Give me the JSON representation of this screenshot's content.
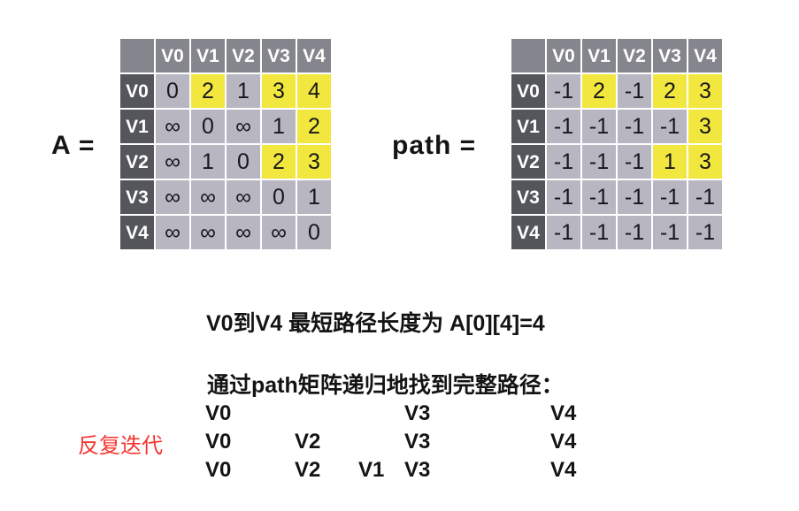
{
  "colors": {
    "page_bg": "#ffffff",
    "highlight_yellow": "#f2e73e",
    "cell_gray": "#b8b7c1",
    "col_header_gray": "#85868d",
    "row_header_gray": "#54565c",
    "header_text": "#ffffff",
    "cell_text": "#17171a",
    "annotation_red": "#f5342e"
  },
  "matrix_a": {
    "label": "A =",
    "col_headers": [
      "V0",
      "V1",
      "V2",
      "V3",
      "V4"
    ],
    "row_headers": [
      "V0",
      "V1",
      "V2",
      "V3",
      "V4"
    ],
    "cells": [
      [
        "0",
        "2",
        "1",
        "3",
        "4"
      ],
      [
        "∞",
        "0",
        "∞",
        "1",
        "2"
      ],
      [
        "∞",
        "1",
        "0",
        "2",
        "3"
      ],
      [
        "∞",
        "∞",
        "∞",
        "0",
        "1"
      ],
      [
        "∞",
        "∞",
        "∞",
        "∞",
        "0"
      ]
    ],
    "highlighted": [
      [
        0,
        1
      ],
      [
        0,
        3
      ],
      [
        0,
        4
      ],
      [
        1,
        4
      ],
      [
        2,
        3
      ],
      [
        2,
        4
      ]
    ]
  },
  "matrix_path": {
    "label": "path =",
    "col_headers": [
      "V0",
      "V1",
      "V2",
      "V3",
      "V4"
    ],
    "row_headers": [
      "V0",
      "V1",
      "V2",
      "V3",
      "V4"
    ],
    "cells": [
      [
        "-1",
        "2",
        "-1",
        "2",
        "3"
      ],
      [
        "-1",
        "-1",
        "-1",
        "-1",
        "3"
      ],
      [
        "-1",
        "-1",
        "-1",
        "1",
        "3"
      ],
      [
        "-1",
        "-1",
        "-1",
        "-1",
        "-1"
      ],
      [
        "-1",
        "-1",
        "-1",
        "-1",
        "-1"
      ]
    ],
    "highlighted": [
      [
        0,
        1
      ],
      [
        0,
        3
      ],
      [
        0,
        4
      ],
      [
        1,
        4
      ],
      [
        2,
        3
      ],
      [
        2,
        4
      ]
    ]
  },
  "captions": {
    "shortest_path": "V0到V4 最短路径长度为 A[0][4]=4",
    "recursive_find": "通过path矩阵递归地找到完整路径：",
    "iterate_annotation": "反复迭代"
  },
  "path_rows": [
    {
      "cells": [
        {
          "slot": 0,
          "label": "V0"
        },
        {
          "slot": 3,
          "label": "V3"
        },
        {
          "slot": 4,
          "label": "V4"
        }
      ]
    },
    {
      "cells": [
        {
          "slot": 0,
          "label": "V0"
        },
        {
          "slot": 1,
          "label": "V2"
        },
        {
          "slot": 3,
          "label": "V3"
        },
        {
          "slot": 4,
          "label": "V4"
        }
      ]
    },
    {
      "cells": [
        {
          "slot": 0,
          "label": "V0"
        },
        {
          "slot": 1,
          "label": "V2"
        },
        {
          "slot": 2,
          "label": "V1"
        },
        {
          "slot": 3,
          "label": "V3"
        },
        {
          "slot": 4,
          "label": "V4"
        }
      ]
    }
  ]
}
